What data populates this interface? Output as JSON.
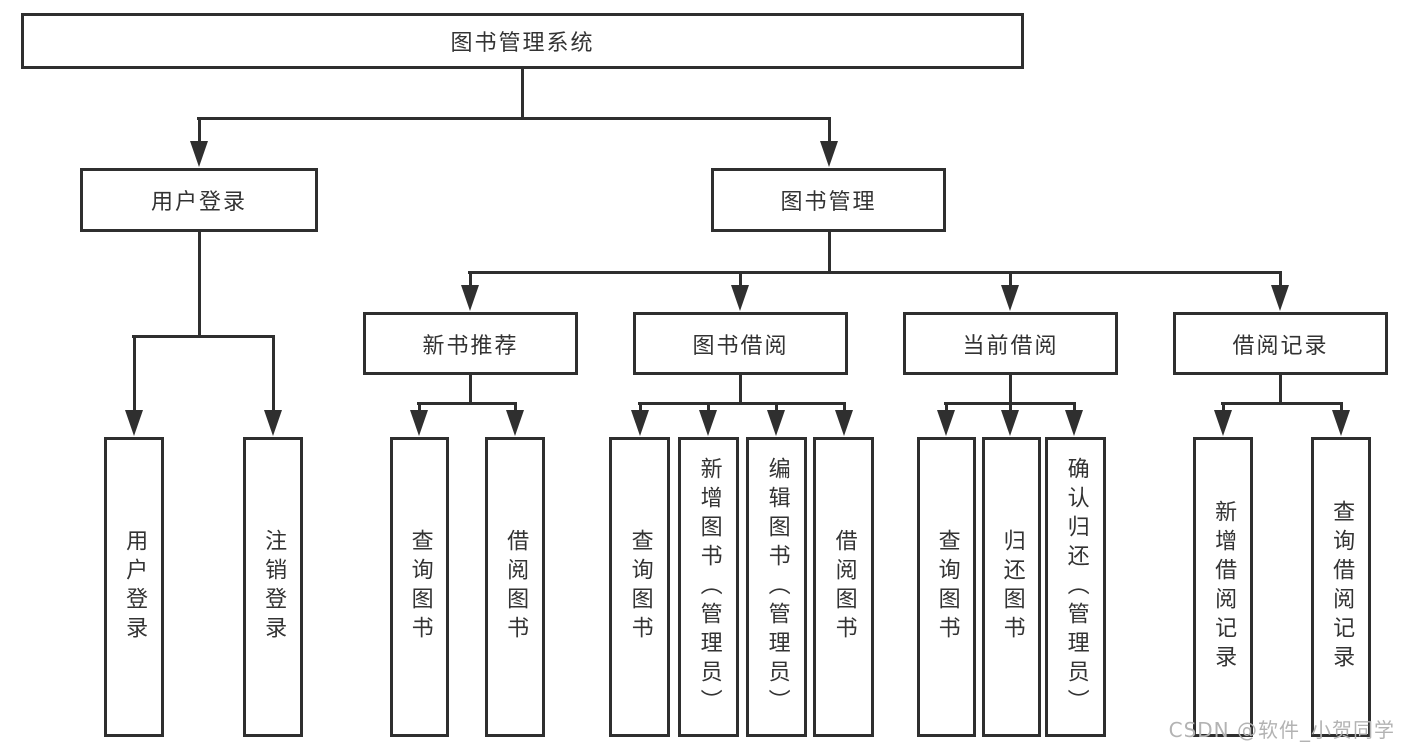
{
  "tree": {
    "root": {
      "label": "图书管理系统"
    },
    "branches": [
      {
        "label": "用户登录",
        "children": [
          {
            "label": "用户登录"
          },
          {
            "label": "注销登录"
          }
        ]
      },
      {
        "label": "图书管理",
        "children": [
          {
            "label": "新书推荐",
            "children": [
              {
                "label": "查询图书"
              },
              {
                "label": "借阅图书"
              }
            ]
          },
          {
            "label": "图书借阅",
            "children": [
              {
                "label": "查询图书"
              },
              {
                "label": "新增图书（管理员）"
              },
              {
                "label": "编辑图书（管理员）"
              },
              {
                "label": "借阅图书"
              }
            ]
          },
          {
            "label": "当前借阅",
            "children": [
              {
                "label": "查询图书"
              },
              {
                "label": "归还图书"
              },
              {
                "label": "确认归还（管理员）"
              }
            ]
          },
          {
            "label": "借阅记录",
            "children": [
              {
                "label": "新增借阅记录"
              },
              {
                "label": "查询借阅记录"
              }
            ]
          }
        ]
      }
    ]
  },
  "watermark": "CSDN @软件_小贺同学",
  "colors": {
    "line": "#2f2f2f",
    "text": "#333333",
    "background": "#ffffff",
    "watermark": "#b3b3b3"
  }
}
